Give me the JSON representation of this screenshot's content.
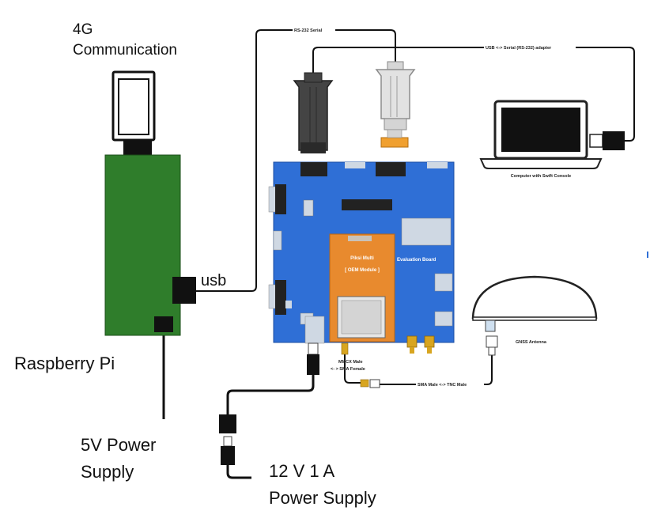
{
  "labels": {
    "comm_line1": "4G",
    "comm_line2": "Communication",
    "raspberry_pi": "Raspberry Pi",
    "power5v_line1": "5V Power",
    "power5v_line2": "Supply",
    "power12v_line1": "12 V 1 A",
    "power12v_line2": "Power Supply",
    "usb": "usb",
    "rs232_serial": "RS-232 Serial",
    "usb_serial_adapter": "USB <-> Serial (RS-232) adapter",
    "computer": "Computer with Swift Console",
    "evaluation_board": "Evaluation Board",
    "module_line1": "Piksi Multi",
    "module_line2": "[ OEM Module ]",
    "mmcx_line1": "MMCX Male",
    "mmcx_line2": "<- > SMA Female",
    "sma_tnc": "SMA Male <-> TNC Male",
    "gnss_antenna": "GNSS Antenna"
  },
  "colors": {
    "raspberry_pi_board": "#2f7d2b",
    "evaluation_board": "#2f6fd6",
    "oem_module": "#e88a2e",
    "cable": "#111111",
    "adapter_orange": "#f0a030",
    "sma_gold": "#d8a520"
  }
}
